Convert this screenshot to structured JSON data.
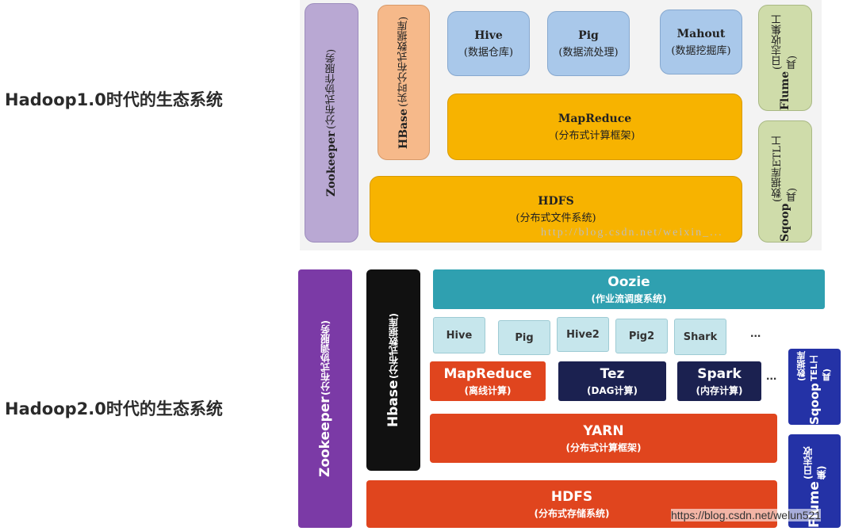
{
  "labels": {
    "hadoop1": "Hadoop1.0时代的生态系统",
    "hadoop2": "Hadoop2.0时代的生态系统"
  },
  "hadoop1": {
    "zookeeper": {
      "name": "Zookeeper",
      "desc": "(分布式协作服务)"
    },
    "hbase": {
      "name": "HBase",
      "desc": "(实时分布式数据库)"
    },
    "hive": {
      "name": "Hive",
      "desc": "(数据仓库)"
    },
    "pig": {
      "name": "Pig",
      "desc": "(数据流处理)"
    },
    "mahout": {
      "name": "Mahout",
      "desc": "(数据挖掘库)"
    },
    "flume": {
      "name": "Flume",
      "desc": "(日志收集工具)"
    },
    "mapreduce": {
      "name": "MapReduce",
      "desc": "(分布式计算框架)"
    },
    "sqoop": {
      "name": "Sqoop",
      "desc": "(数据库ETL工具)"
    },
    "hdfs": {
      "name": "HDFS",
      "desc": "(分布式文件系统)"
    },
    "watermark": "http://blog.csdn.net/weixin_..."
  },
  "hadoop2": {
    "zookeeper": {
      "name": "Zookeeper",
      "desc": "(分布式协调服务)"
    },
    "hbase": {
      "name": "Hbase",
      "desc": "(分布式数据库)"
    },
    "oozie": {
      "name": "Oozie",
      "desc": "(作业流调度系统)"
    },
    "small": [
      "Hive",
      "Pig",
      "Hive2",
      "Pig2",
      "Shark"
    ],
    "ellipsis": "...",
    "mapreduce": {
      "name": "MapReduce",
      "desc": "(离线计算)"
    },
    "tez": {
      "name": "Tez",
      "desc": "(DAG计算)"
    },
    "spark": {
      "name": "Spark",
      "desc": "(内存计算)"
    },
    "sqoop": {
      "name": "Sqoop",
      "desc": "(数据库TEL工具)"
    },
    "yarn": {
      "name": "YARN",
      "desc": "(分布式计算框架)"
    },
    "flume": {
      "name": "Flume",
      "desc": "(日志收集)"
    },
    "hdfs": {
      "name": "HDFS",
      "desc": "(分布式存储系统)"
    },
    "watermark": "https://blog.csdn.net/welun521"
  },
  "colors": {
    "purple1": "#b9a8d3",
    "orange1": "#f6b98a",
    "blue1": "#a9c8ea",
    "yellow1": "#f7b300",
    "green1": "#cfdcaa",
    "purple2": "#7b3aa6",
    "black2": "#111111",
    "teal2": "#2fa0b0",
    "red2": "#e0451e",
    "navy2": "#1b2150",
    "blue2": "#2432a6"
  }
}
